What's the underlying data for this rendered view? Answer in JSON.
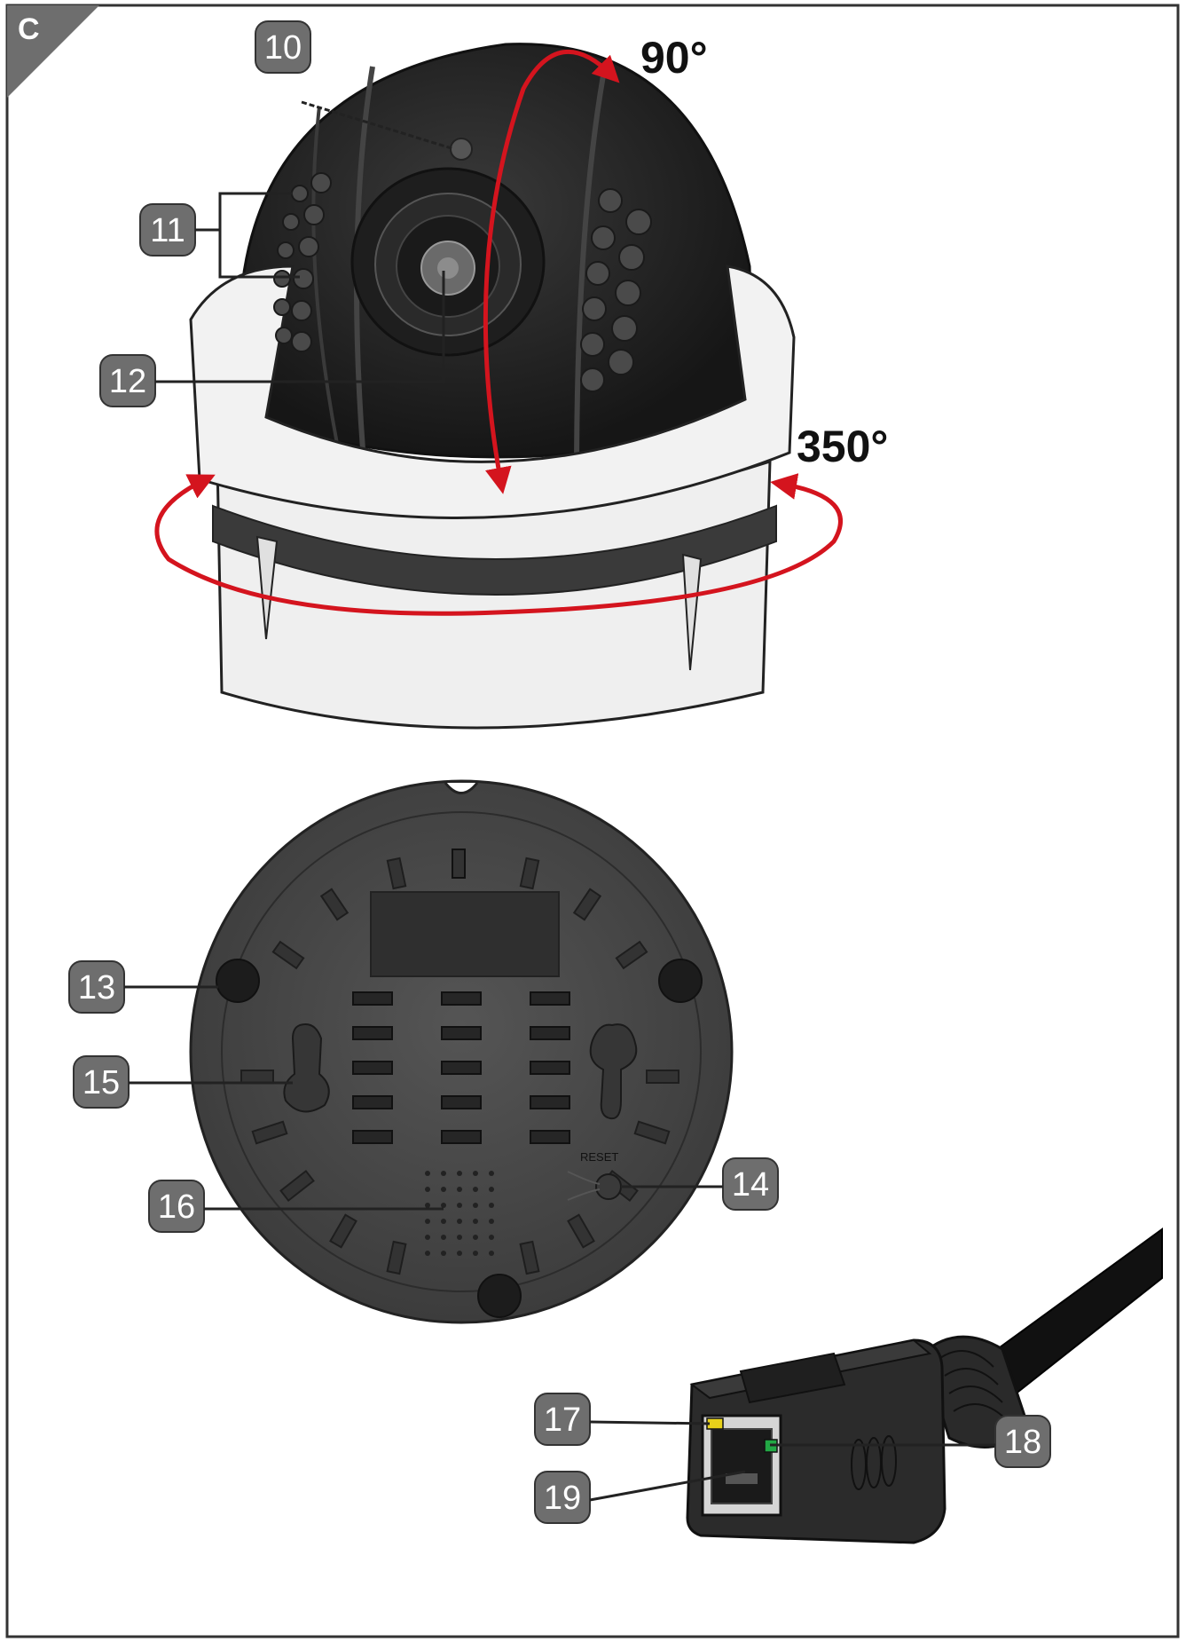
{
  "figure": {
    "panel_letter": "C",
    "rotation_tilt": "90°",
    "rotation_pan": "350°",
    "reset_label": "RESET",
    "colors": {
      "arrow": "#d4141e",
      "callout_badge": "#6e6e6e",
      "dome": "#2b2b2b",
      "housing": "#efefef",
      "base": "#4a4a4a",
      "led_yellow": "#e8d21a",
      "led_green": "#22a845"
    },
    "callouts": [
      {
        "id": "10",
        "label": "10"
      },
      {
        "id": "11",
        "label": "11"
      },
      {
        "id": "12",
        "label": "12"
      },
      {
        "id": "13",
        "label": "13"
      },
      {
        "id": "14",
        "label": "14"
      },
      {
        "id": "15",
        "label": "15"
      },
      {
        "id": "16",
        "label": "16"
      },
      {
        "id": "17",
        "label": "17"
      },
      {
        "id": "18",
        "label": "18"
      },
      {
        "id": "19",
        "label": "19"
      }
    ]
  }
}
